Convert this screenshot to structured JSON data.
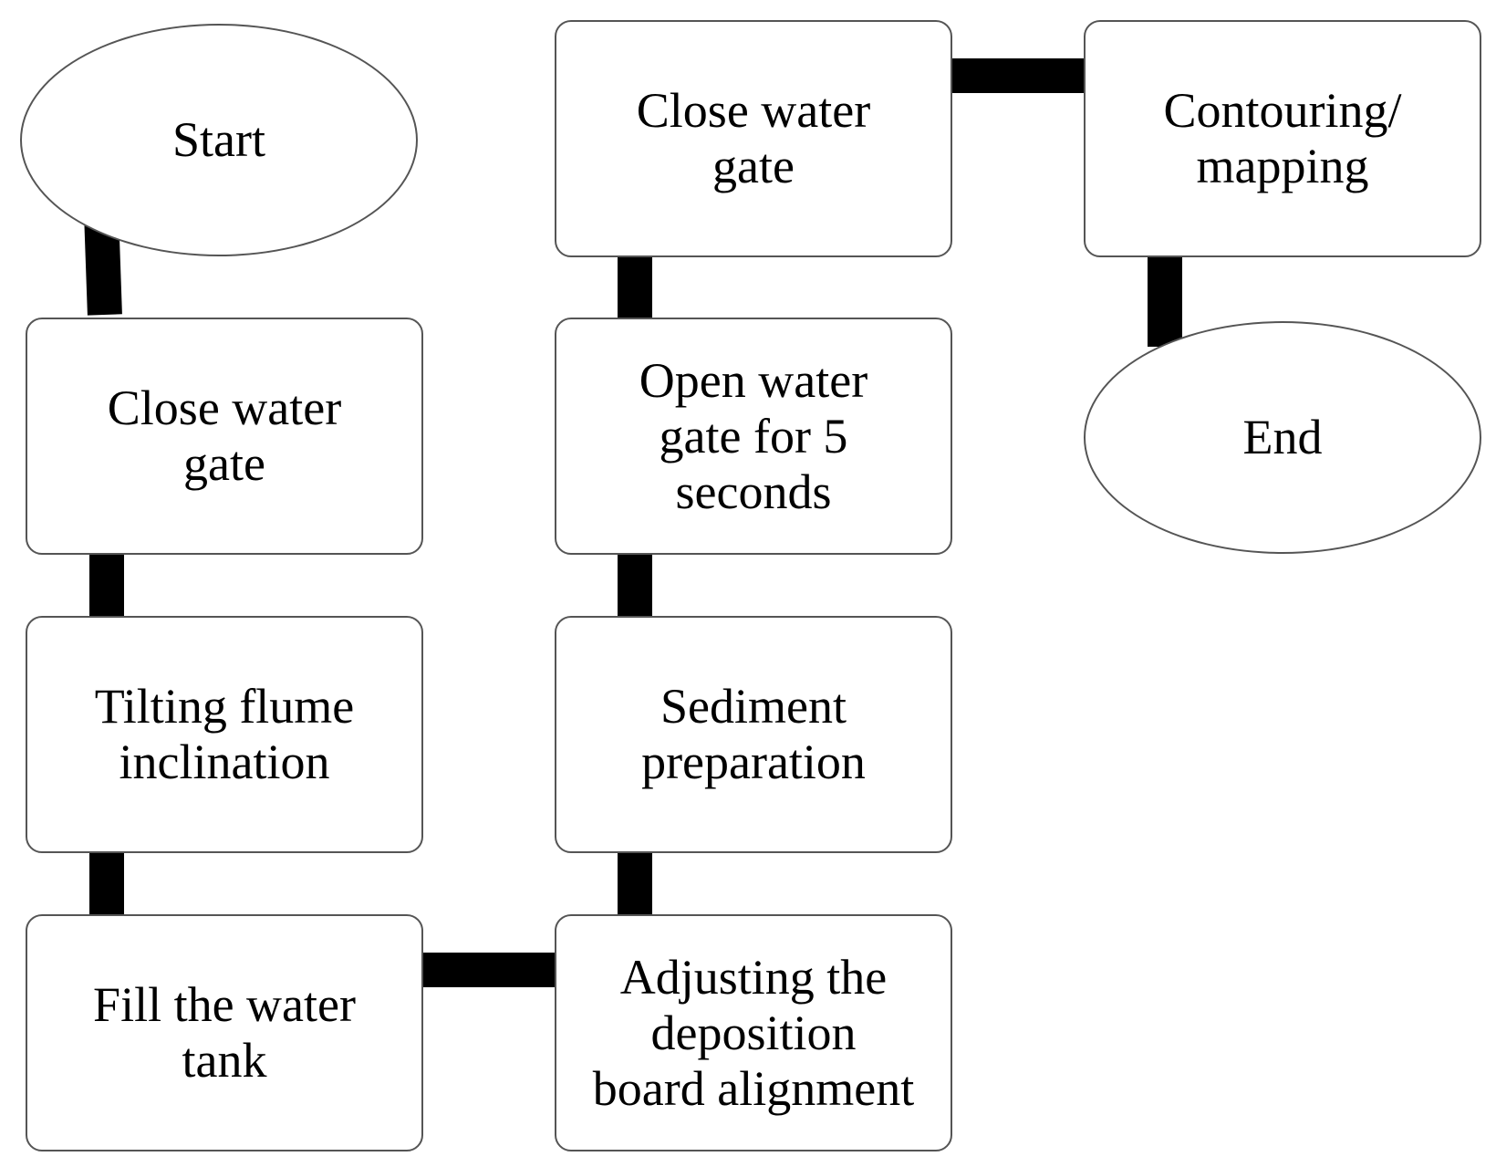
{
  "flowchart": {
    "start": "Start",
    "step_1": "Close water\ngate",
    "step_2": "Tilting flume\ninclination",
    "step_3": "Fill the water\ntank",
    "step_4": "Adjusting the\ndeposition\nboard alignment",
    "step_5": "Sediment\npreparation",
    "step_6": "Open water\ngate for 5\nseconds",
    "step_7": "Close water\ngate",
    "step_8": "Contouring/\nmapping",
    "end": "End"
  }
}
